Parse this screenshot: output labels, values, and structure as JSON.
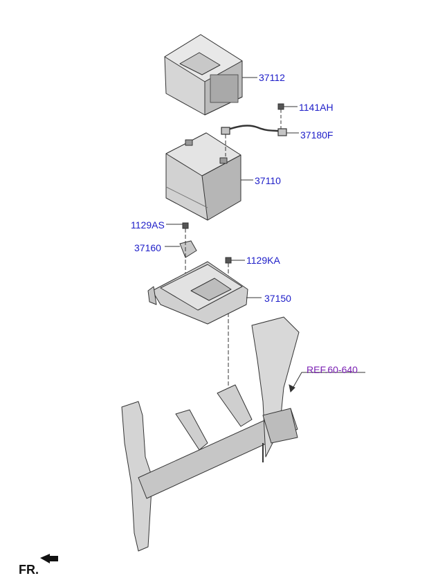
{
  "labels": {
    "cover": "37112",
    "bolt_top": "1141AH",
    "cable": "37180F",
    "battery": "37110",
    "bolt_left": "1129AS",
    "clamp": "37160",
    "bolt_mid": "1129KA",
    "tray": "37150",
    "reference": "REF.60-640"
  },
  "direction_label": "FR.",
  "colors": {
    "part_number": "#1c1cc8",
    "reference": "#7a1fb3",
    "line": "#333333",
    "part_fill": "#dcdcdc",
    "part_shade": "#b8b8b8"
  }
}
